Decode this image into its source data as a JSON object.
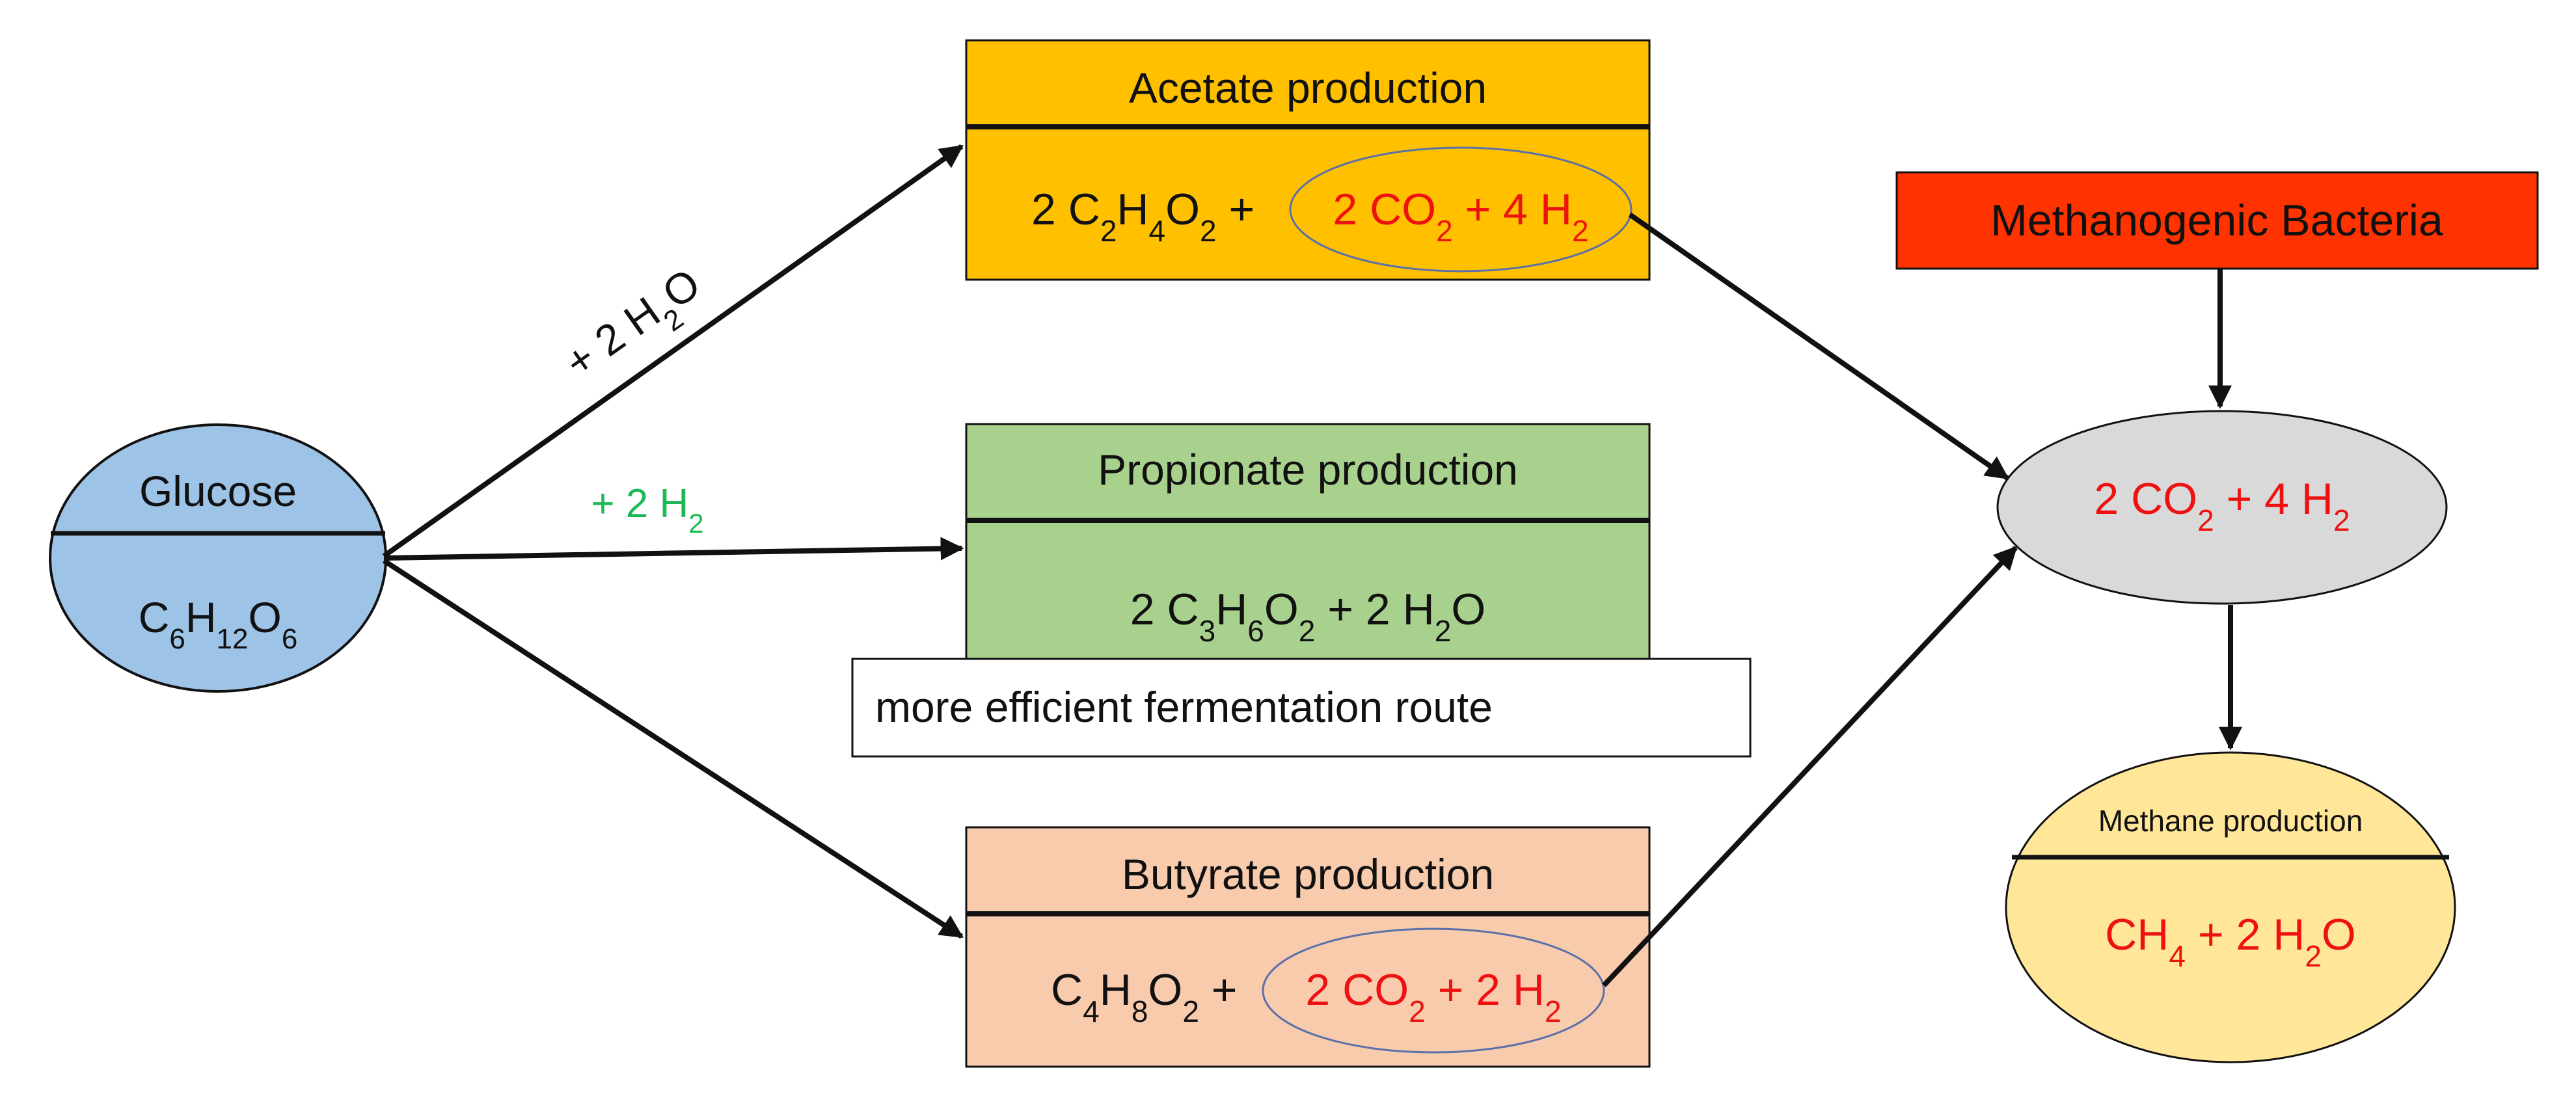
{
  "diagram": {
    "colors": {
      "glucose_fill": "#9dc3e6",
      "acetate_fill": "#ffc000",
      "propionate_fill": "#a9d18e",
      "butyrate_fill": "#f8cbad",
      "bacteria_fill": "#ff3300",
      "hub_fill": "#d9d9d9",
      "methane_fill": "#ffe699",
      "red_text": "#ee1111",
      "green_text": "#1db954",
      "ellipse_stroke": "#5b6fa8"
    },
    "glucose": {
      "label": "Glucose",
      "formula": {
        "a": "C",
        "s1": "6",
        "b": "H",
        "s2": "12",
        "c": "O",
        "s3": "6"
      }
    },
    "edges": {
      "water_label": {
        "pre": "+ 2 H",
        "sub": "2",
        "post": "O"
      },
      "hydrogen_label": {
        "pre": "+ 2 H",
        "sub": "2"
      }
    },
    "acetate": {
      "title": "Acetate production",
      "eq_black": {
        "a": "2 C",
        "s1": "2",
        "b": "H",
        "s2": "4",
        "c": "O",
        "s3": "2",
        "d": " +"
      },
      "eq_red": {
        "a": "2 CO",
        "s1": "2",
        "b": " + 4 H",
        "s2": "2"
      }
    },
    "propionate": {
      "title": "Propionate production",
      "eq": {
        "a": "2 C",
        "s1": "3",
        "b": "H",
        "s2": "6",
        "c": "O",
        "s3": "2",
        "d": " + 2 H",
        "s4": "2",
        "e": "O"
      },
      "note": "more efficient fermentation route"
    },
    "butyrate": {
      "title": "Butyrate production",
      "eq_black": {
        "a": "C",
        "s1": "4",
        "b": "H",
        "s2": "8",
        "c": "O",
        "s3": "2",
        "d": " +"
      },
      "eq_red": {
        "a": "2 CO",
        "s1": "2",
        "b": " + 2 H",
        "s2": "2"
      }
    },
    "bacteria": {
      "label": "Methanogenic Bacteria"
    },
    "hub": {
      "a": "2 CO",
      "s1": "2",
      "b": " + 4 H",
      "s2": "2"
    },
    "methane": {
      "title": "Methane production",
      "eq": {
        "a": "CH",
        "s1": "4",
        "b": " + 2 H",
        "s2": "2",
        "c": "O"
      }
    }
  }
}
